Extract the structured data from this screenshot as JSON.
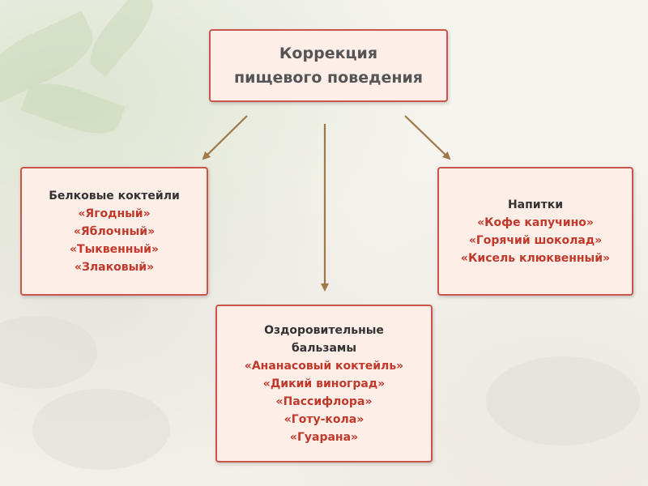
{
  "diagram": {
    "root": {
      "lines": [
        "Коррекция",
        "пищевого поведения"
      ]
    },
    "left": {
      "heading": "Белковые коктейли",
      "items": [
        "«Ягодный»",
        "«Яблочный»",
        "«Тыквенный»",
        "«Злаковый»"
      ]
    },
    "right": {
      "heading": "Напитки",
      "items": [
        "«Кофе капучино»",
        "«Горячий шоколад»",
        "«Кисель клюквенный»"
      ]
    },
    "center": {
      "heading_lines": [
        "Оздоровительные",
        "бальзамы"
      ],
      "items": [
        "«Ананасовый коктейль»",
        "«Дикий виноград»",
        "«Пассифлора»",
        "«Готу-кола»",
        "«Гуарана»"
      ]
    },
    "colors": {
      "box_border": "#c9564a",
      "box_fill": "#fdeee8",
      "item_text": "#c0392b",
      "arrow": "#a0784a"
    }
  }
}
